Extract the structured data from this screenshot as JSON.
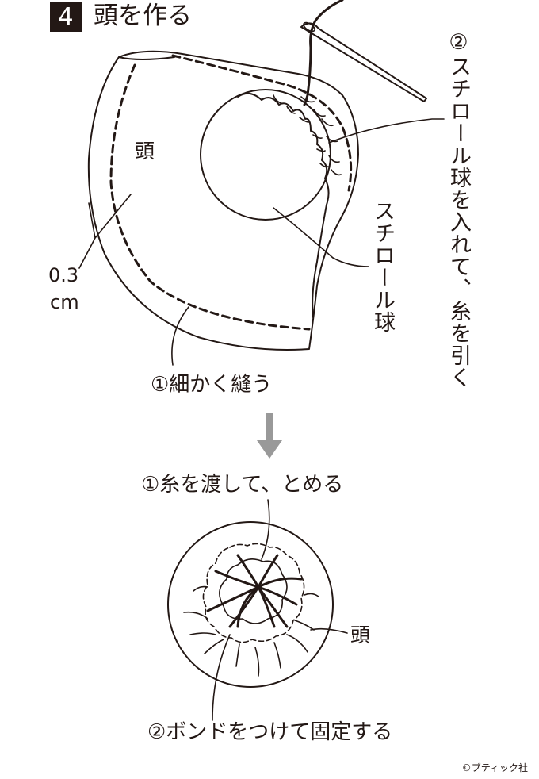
{
  "step": {
    "number": "4",
    "title": "頭を作る"
  },
  "top_diagram": {
    "head_label": "頭",
    "seam_allowance_label_line1": "0.3",
    "seam_allowance_label_line2": "cm",
    "instruction_sew": "①細かく縫う",
    "styrofoam_ball_label": "スチロール球",
    "instruction_insert": "②スチロール球を入れて、糸を引く"
  },
  "arrow": {
    "icon": "down-arrow-icon",
    "color": "#999999"
  },
  "bottom_diagram": {
    "instruction_thread": "①糸を渡して、とめる",
    "head_label": "頭",
    "instruction_glue": "②ボンドをつけて固定する"
  },
  "copyright": "©ブティック社",
  "colors": {
    "ink": "#231815",
    "badge_text": "#ffffff"
  }
}
